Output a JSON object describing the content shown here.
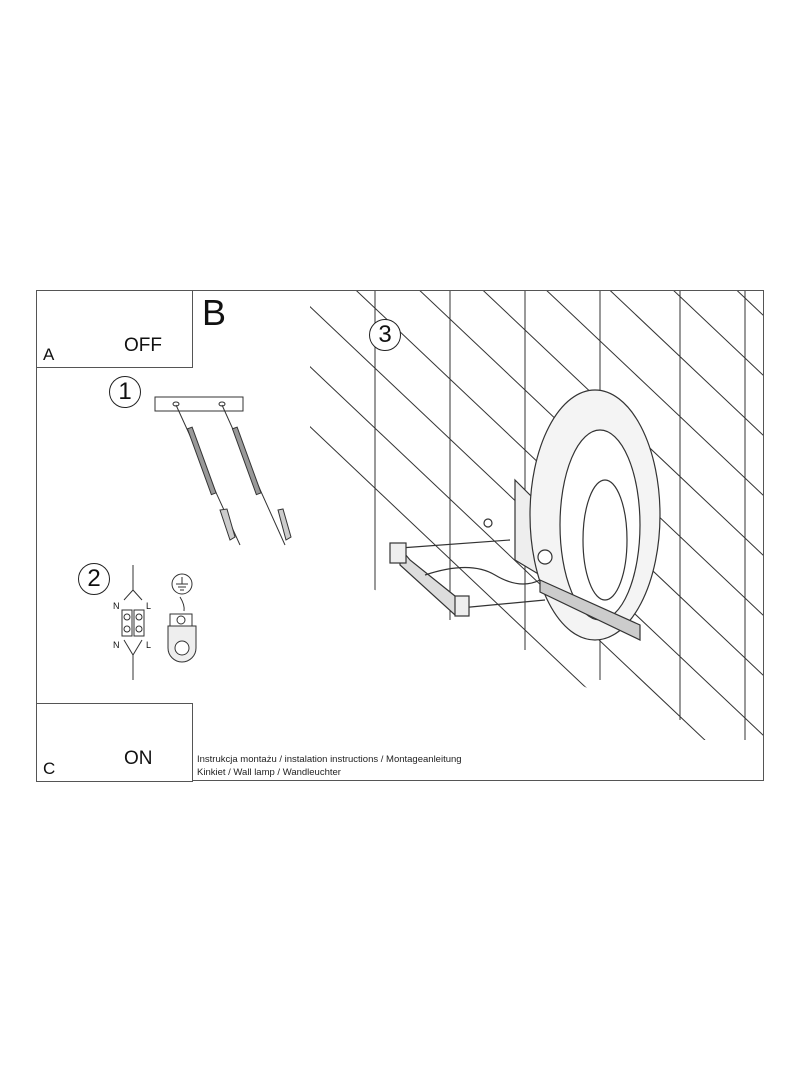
{
  "panel_a": {
    "letter": "A",
    "label": "OFF"
  },
  "panel_b": {
    "letter": "B"
  },
  "panel_c": {
    "letter": "C",
    "label": "ON"
  },
  "steps": [
    {
      "number": "1"
    },
    {
      "number": "2",
      "wire_labels": [
        "N",
        "L",
        "N",
        "L"
      ]
    },
    {
      "number": "3"
    }
  ],
  "caption": {
    "line1": "Instrukcja montażu / instalation instructions / Montageanleitung",
    "line2": "Kinkiet / Wall lamp / Wandleuchter"
  }
}
